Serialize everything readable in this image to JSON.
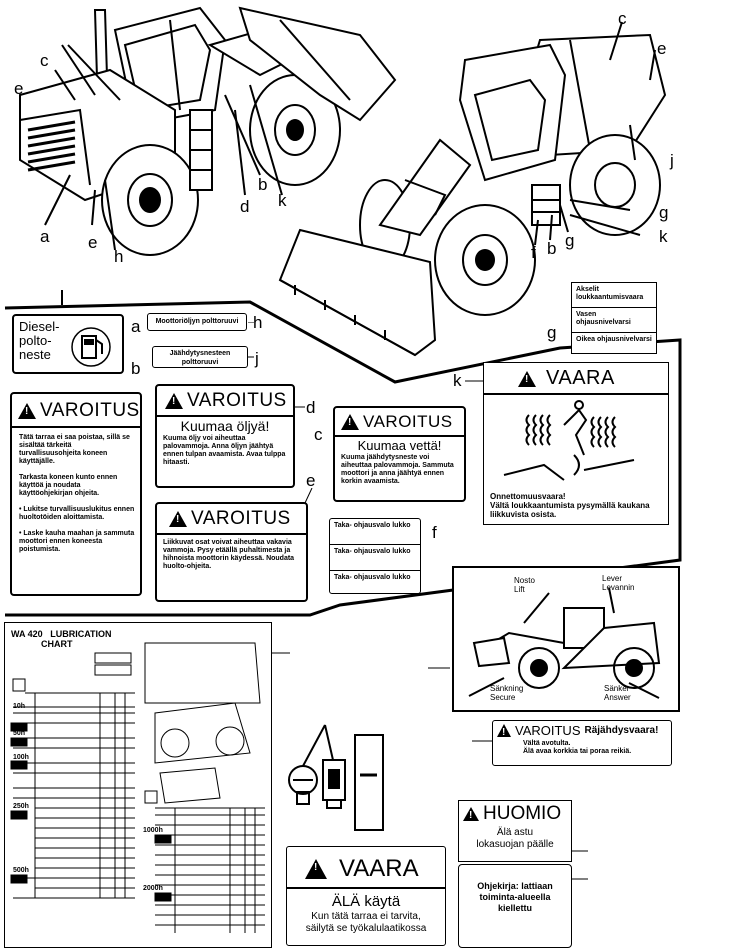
{
  "letters": {
    "c_top_left": "c",
    "e_left": "e",
    "a_left": "a",
    "e_lower": "e",
    "h_lower": "h",
    "b_mid": "b",
    "d_mid": "d",
    "k_mid": "k",
    "c_top_right": "c",
    "e_top_right": "e",
    "j_right": "j",
    "g_right": "g",
    "k_right": "k",
    "f_right": "f",
    "b_right": "b",
    "g_right2": "g"
  },
  "label_a": {
    "letter": "a",
    "lines": [
      "Diesel-",
      "polto-",
      "neste"
    ]
  },
  "label_b": {
    "letter": "b"
  },
  "label_h": {
    "letter": "h",
    "text": "Moottoriöljyn polttoruuvi"
  },
  "label_j": {
    "letter": "j",
    "text": "Jäähdytysnesteen polttoruuvi"
  },
  "label_g": {
    "letter": "g",
    "rows": [
      "Akselit loukkaantumisvaara",
      "Vasen ohjausnivelvarsi",
      "Oikea ohjausnivelvarsi"
    ]
  },
  "warn_b": {
    "title": "VAROITUS",
    "paragraphs": [
      "Tätä tarraa ei saa poistaa, sillä se sisältää tärkeitä turvallisuusohjeita koneen käyttäjälle.",
      "Tarkasta koneen kunto ennen käyttöä ja noudata käyttöohjekirjan ohjeita.",
      "• Lukitse turvallisuuslukitus ennen huoltotöiden aloittamista.",
      "• Laske kauha maahan ja sammuta moottori ennen koneesta poistumista."
    ]
  },
  "warn_d": {
    "letter": "d",
    "title": "VAROITUS",
    "subtitle": "Kuumaa öljyä!",
    "body": "Kuuma öljy voi aiheuttaa palovammoja. Anna öljyn jäähtyä ennen tulpan avaamista. Avaa tulppa hitaasti."
  },
  "warn_c": {
    "letter": "c",
    "title": "VAROITUS",
    "subtitle": "Kuumaa vettä!",
    "body": "Kuuma jäähdytysneste voi aiheuttaa palovammoja. Sammuta moottori ja anna jäähtyä ennen korkin avaamista."
  },
  "warn_e": {
    "letter": "e",
    "title": "VAROITUS",
    "body": "Liikkuvat osat voivat aiheuttaa vakavia vammoja. Pysy etäällä puhaltimesta ja hihnoista moottorin käydessä. Noudata huolto-ohjeita."
  },
  "label_f": {
    "letter": "f",
    "rows": [
      "Taka- ohjausvalo lukko",
      "Taka- ohjausvalo lukko",
      "Taka- ohjausvalo lukko"
    ]
  },
  "vaara_k": {
    "letter": "k",
    "title": "VAARA",
    "caption_title": "Onnettomuusvaara!",
    "caption": "Vältä loukkaantumista pysymällä kaukana liikkuvista osista."
  },
  "loader_panel": {
    "lift_a": "Nosto",
    "lift_b": "Lift",
    "lever_a": "Lever",
    "lever_b": "Levannin",
    "lower_a": "Sänkning",
    "lower_b": "Secure",
    "raise_a": "Sänker",
    "raise_b": "Answer"
  },
  "varoitus_small": {
    "title": "VAROITUS",
    "subtitle": "Räjähdysvaara!",
    "line1": "Vältä avotulta.",
    "line2": "Älä avaa korkkia tai poraa reikiä."
  },
  "lube": {
    "model": "WA 420",
    "title": "LUBRICATION",
    "title2": "CHART",
    "rows_left": [
      "10h",
      "50h",
      "100h",
      "250h",
      "500h"
    ],
    "rows_right": [
      "1000h",
      "2000h"
    ]
  },
  "huomio": {
    "title": "HUOMIO",
    "line1": "Älä astu",
    "line2": "lokasuojan päälle"
  },
  "huomio_note": {
    "line1": "Ohjekirja: lattiaan",
    "line2": "toiminta-alueella",
    "line3": "kiellettu"
  },
  "vaara_bottom": {
    "title": "VAARA",
    "line1": "ÄLÄ käytä",
    "line2": "Kun tätä tarraa ei tarvita,",
    "line3": "säilytä se työkalulaatikossa"
  }
}
